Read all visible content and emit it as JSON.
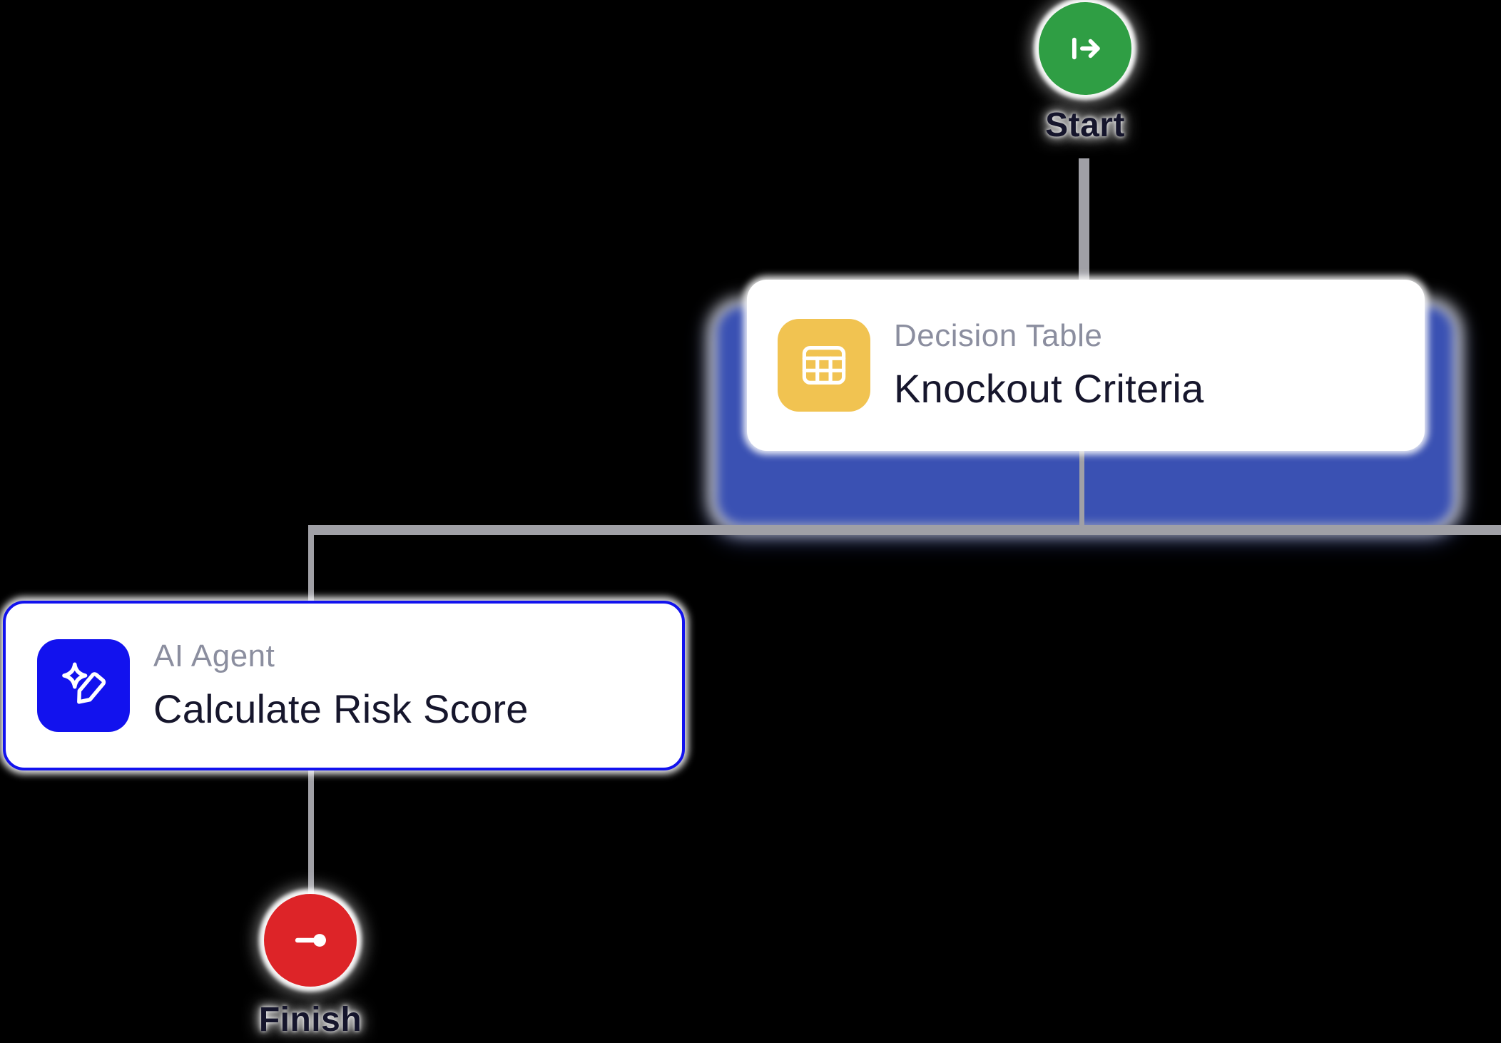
{
  "workflow": {
    "nodes": {
      "start": {
        "label": "Start",
        "color": "#2F9E44",
        "icon": "start-arrow-icon"
      },
      "decision": {
        "type_label": "Decision Table",
        "title": "Knockout Criteria",
        "icon": "table-icon",
        "icon_color": "#F1C351",
        "selected": true,
        "selection_glow_color": "#3A51B3"
      },
      "ai_agent": {
        "type_label": "AI Agent",
        "title": "Calculate Risk Score",
        "icon": "sparkle-pencil-icon",
        "icon_color": "#1212EE",
        "border_color": "#1212EE"
      },
      "finish": {
        "label": "Finish",
        "color": "#DD2428",
        "icon": "finish-dot-icon"
      }
    },
    "edges": [
      {
        "from": "start",
        "to": "decision"
      },
      {
        "from": "decision",
        "to": "branch-horizontal"
      },
      {
        "from": "branch",
        "to": "ai_agent"
      },
      {
        "from": "branch",
        "to": "offscreen-right"
      },
      {
        "from": "ai_agent",
        "to": "finish"
      }
    ],
    "colors": {
      "connector": "#A0A0A6",
      "label_text": "#15152C",
      "card_type_text": "#8B8E9F",
      "card_title_text": "#16162C",
      "card_background": "#FFFFFF",
      "canvas_background": "#000000"
    }
  }
}
